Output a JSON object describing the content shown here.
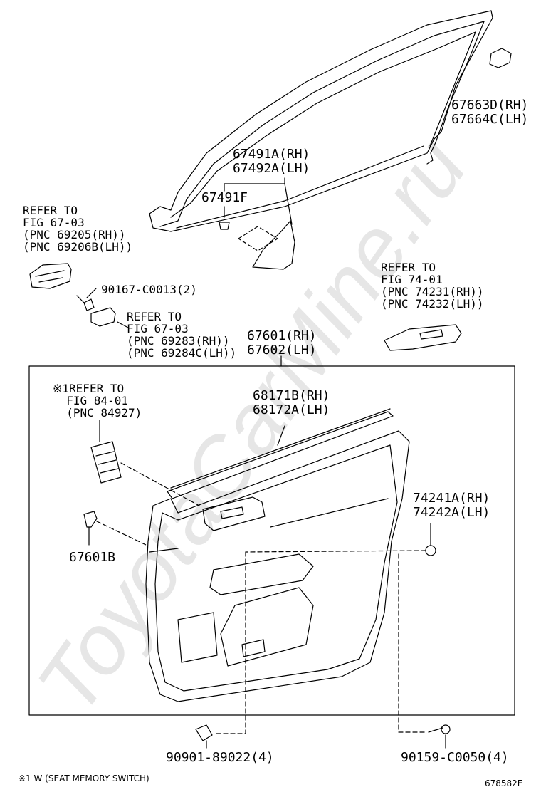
{
  "labels": {
    "p67663": "67663D(RH)\n67664C(LH)",
    "p67491": "67491A(RH)\n67492A(LH)",
    "p67491f": "67491F",
    "ref6703a": "REFER TO\nFIG 67-03\n(PNC 69205(RH))\n(PNC 69206B(LH))",
    "p90167": "90167-C0013(2)",
    "ref6703b": "REFER TO\nFIG 67-03\n(PNC 69283(RH))\n(PNC 69284C(LH))",
    "p67601": "67601(RH)\n67602(LH)",
    "ref7401": "REFER TO\nFIG 74-01\n(PNC 74231(RH))\n(PNC 74232(LH))",
    "ref8401": "※1REFER TO\n  FIG 84-01\n  (PNC 84927)",
    "p68171": "68171B(RH)\n68172A(LH)",
    "p74241": "74241A(RH)\n74242A(LH)",
    "p67601b": "67601B",
    "p90901": "90901-89022(4)",
    "p90159": "90159-C0050(4)"
  },
  "footnote": "※1 W (SEAT MEMORY SWITCH)",
  "figure_id": "678582E",
  "watermark": "ToyotaCarMine.ru",
  "colors": {
    "line": "#000000",
    "watermark": "#e6e6e6"
  }
}
